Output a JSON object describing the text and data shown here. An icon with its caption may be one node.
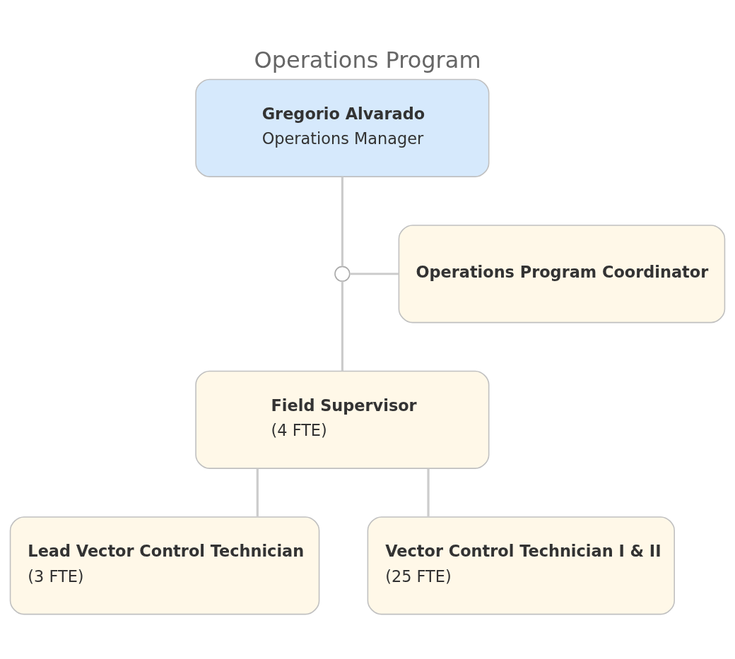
{
  "diagram": {
    "title": "Operations Program",
    "nodes": [
      {
        "text": [
          "Gregorio Alvarado",
          "Operations Manager"
        ]
      },
      {
        "text": [],
        "shape": "circle"
      },
      {
        "text": [
          "Operations Program Coordinator"
        ]
      },
      {
        "text": [
          "Field Supervisor",
          "(4 FTE)"
        ]
      },
      {
        "text": [
          "Lead Vector Control Technician",
          "(3 FTE)"
        ]
      },
      {
        "text": [
          "Vector Control Technician I & II",
          "(25 FTE)"
        ]
      }
    ],
    "edges": [
      {
        "from": 0,
        "to": 1,
        "arrow": "none"
      },
      {
        "from": 1,
        "to": 2,
        "arrow": "none"
      },
      {
        "from": 1,
        "to": 3,
        "arrow": "none"
      },
      {
        "from": 3,
        "to": 4,
        "arrow": "none"
      },
      {
        "from": 3,
        "to": 5,
        "arrow": "none"
      }
    ]
  }
}
